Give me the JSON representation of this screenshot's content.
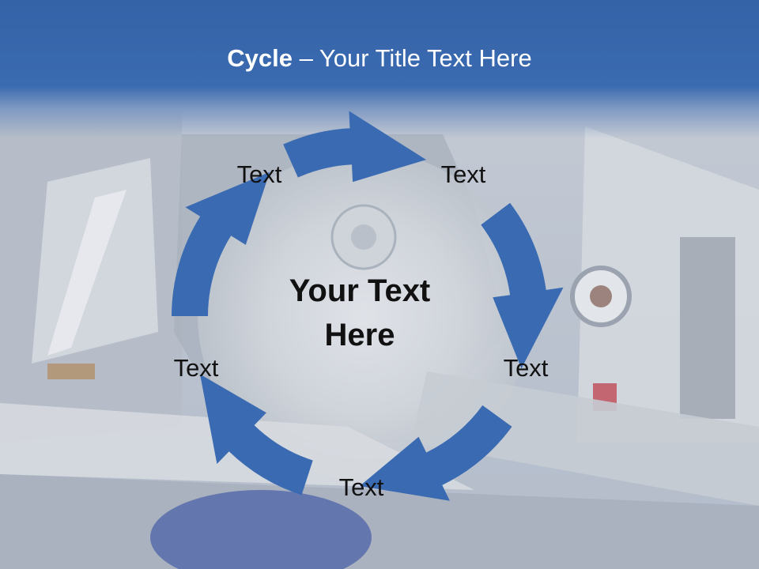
{
  "slide": {
    "title_bold": "Cycle",
    "title_rest": " – Your Title Text Here",
    "center_line1": "Your Text",
    "center_line2": "Here",
    "labels": [
      "Text",
      "Text",
      "Text",
      "Text",
      "Text"
    ]
  },
  "colors": {
    "header": "#3767ad",
    "arrow": "#3a6bb2",
    "title_text": "#ffffff",
    "body_text": "#111111"
  },
  "icons": [
    "cycle-arrow-icon"
  ]
}
